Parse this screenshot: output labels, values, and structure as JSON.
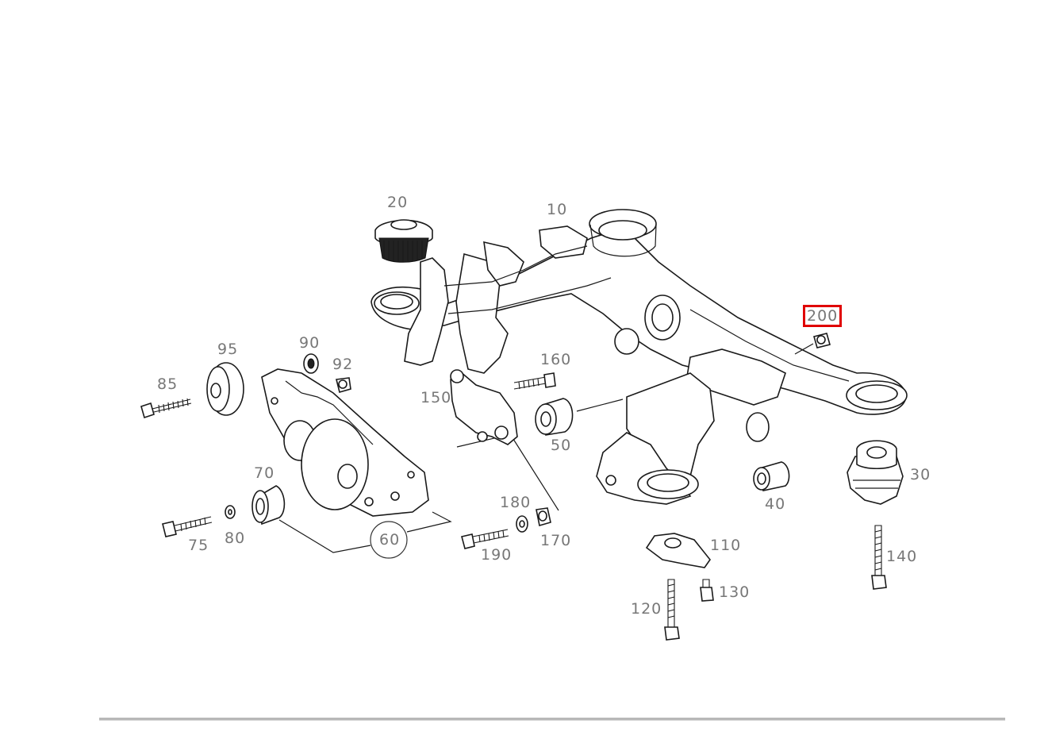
{
  "diagram": {
    "highlight_color": "#e00000",
    "label_color": "#777777",
    "highlighted_part": "200",
    "labels": [
      {
        "id": "p10",
        "text": "10"
      },
      {
        "id": "p20",
        "text": "20"
      },
      {
        "id": "p30",
        "text": "30"
      },
      {
        "id": "p40",
        "text": "40"
      },
      {
        "id": "p50",
        "text": "50"
      },
      {
        "id": "p60",
        "text": "60"
      },
      {
        "id": "p70",
        "text": "70"
      },
      {
        "id": "p75",
        "text": "75"
      },
      {
        "id": "p80",
        "text": "80"
      },
      {
        "id": "p85",
        "text": "85"
      },
      {
        "id": "p90",
        "text": "90"
      },
      {
        "id": "p92",
        "text": "92"
      },
      {
        "id": "p95",
        "text": "95"
      },
      {
        "id": "p110",
        "text": "110"
      },
      {
        "id": "p120",
        "text": "120"
      },
      {
        "id": "p130",
        "text": "130"
      },
      {
        "id": "p140",
        "text": "140"
      },
      {
        "id": "p150",
        "text": "150"
      },
      {
        "id": "p160",
        "text": "160"
      },
      {
        "id": "p170",
        "text": "170"
      },
      {
        "id": "p180",
        "text": "180"
      },
      {
        "id": "p190",
        "text": "190"
      },
      {
        "id": "p200",
        "text": "200"
      }
    ]
  }
}
